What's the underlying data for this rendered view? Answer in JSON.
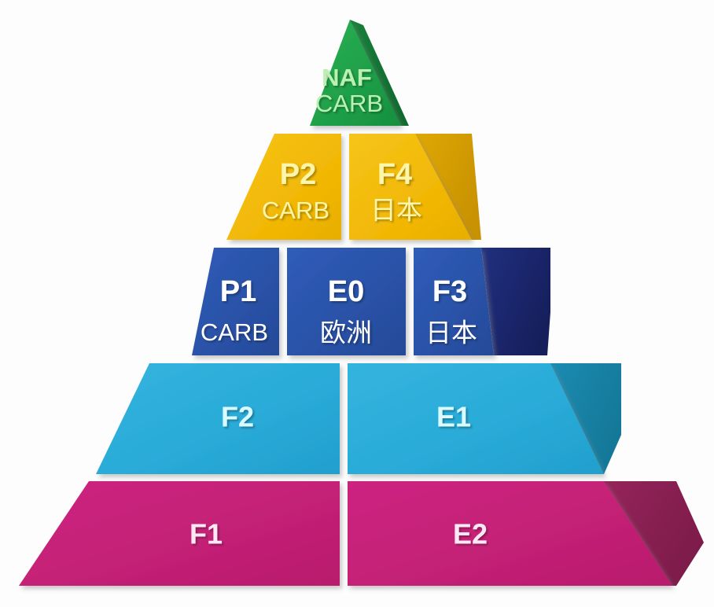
{
  "diagram": {
    "title": "Formaldehyde Emission Standard Pyramid",
    "type": "pyramid",
    "background_color": "#fdfdfd",
    "levels": [
      {
        "index": 1,
        "position": "apex",
        "shape": "triangle",
        "fill_color": "#1fa049",
        "side_color": "#17803a",
        "text_color": "#b9f2b0",
        "blocks": [
          {
            "main": "NAF",
            "sub": "CARB",
            "sub_script": "latin"
          }
        ]
      },
      {
        "index": 2,
        "position": "row-2",
        "shape": "trapezoid",
        "fill_color": "#f2b806",
        "side_color": "#d9a203",
        "text_color": "#fdf6a8",
        "blocks": [
          {
            "main": "P2",
            "sub": "CARB",
            "sub_script": "latin"
          },
          {
            "main": "F4",
            "sub": "日本",
            "sub_script": "cjk"
          }
        ]
      },
      {
        "index": 3,
        "position": "row-3",
        "shape": "trapezoid",
        "fill_color": "#2a52a8",
        "side_color": "#1d2a78",
        "text_color": "#ffffff",
        "blocks": [
          {
            "main": "P1",
            "sub": "CARB",
            "sub_script": "latin"
          },
          {
            "main": "E0",
            "sub": "欧洲",
            "sub_script": "cjk"
          },
          {
            "main": "F3",
            "sub": "日本",
            "sub_script": "cjk"
          }
        ]
      },
      {
        "index": 4,
        "position": "row-4",
        "shape": "trapezoid",
        "fill_color": "#2aabd8",
        "side_color": "#1682a8",
        "text_color": "#d9fbff",
        "blocks": [
          {
            "main": "F2",
            "sub": "",
            "sub_script": "none"
          },
          {
            "main": "E1",
            "sub": "",
            "sub_script": "none"
          }
        ]
      },
      {
        "index": 5,
        "position": "base",
        "shape": "trapezoid",
        "fill_color": "#c42076",
        "side_color": "#8b1f52",
        "text_color": "#fbe8f4",
        "blocks": [
          {
            "main": "F1",
            "sub": "",
            "sub_script": "none"
          },
          {
            "main": "E2",
            "sub": "",
            "sub_script": "none"
          }
        ]
      }
    ]
  },
  "labels": {
    "l1_b1_main": "NAF",
    "l1_b1_sub": "CARB",
    "l2_b1_main": "P2",
    "l2_b1_sub": "CARB",
    "l2_b2_main": "F4",
    "l2_b2_sub": "日本",
    "l3_b1_main": "P1",
    "l3_b1_sub": "CARB",
    "l3_b2_main": "E0",
    "l3_b2_sub": "欧洲",
    "l3_b3_main": "F3",
    "l3_b3_sub": "日本",
    "l4_b1_main": "F2",
    "l4_b2_main": "E1",
    "l5_b1_main": "F1",
    "l5_b2_main": "E2"
  }
}
